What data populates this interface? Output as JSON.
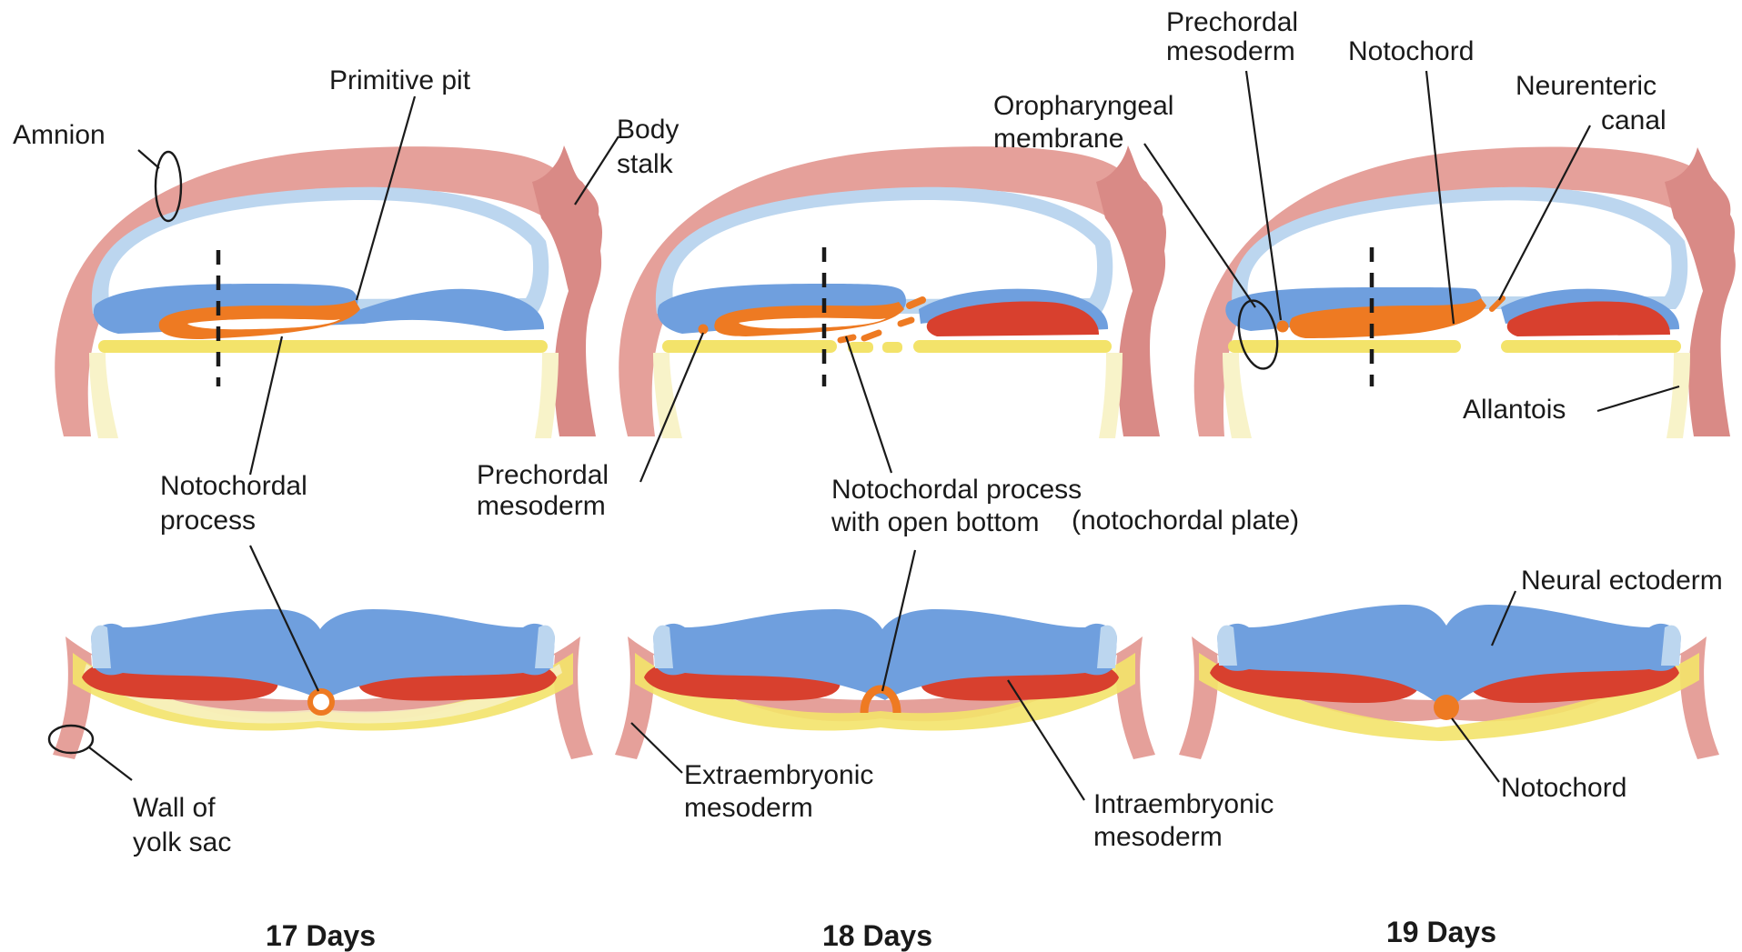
{
  "colors": {
    "amnion_wall": "#e5a09a",
    "body_stalk": "#d98a86",
    "ectoderm_light": "#bcd6ef",
    "ectoderm": "#6f9fde",
    "notochordal": "#ee7a22",
    "intraembryonic_mesoderm": "#d8402e",
    "endoderm": "#f3e36a",
    "yolk_pale": "#f8f3c9",
    "label_text": "#1a1a1a"
  },
  "labels": {
    "amnion": "Amnion",
    "primitive_pit": "Primitive pit",
    "body_stalk_1": "Body",
    "body_stalk_2": "stalk",
    "prechordal_top_1": "Prechordal",
    "prechordal_top_2": "mesoderm",
    "notochord_top": "Notochord",
    "oropharyngeal_1": "Oropharyngeal",
    "oropharyngeal_2": "membrane",
    "neurenteric_1": "Neurenteric",
    "neurenteric_2": "canal",
    "allantois": "Allantois",
    "notochordal_process_1": "Notochordal",
    "notochordal_process_2": "process",
    "prechordal_mid_1": "Prechordal",
    "prechordal_mid_2": "mesoderm",
    "open_bottom_1": "Notochordal process",
    "open_bottom_2": "with open bottom",
    "open_bottom_3": "(notochordal plate)",
    "neural_ectoderm": "Neural ectoderm",
    "wall_yolk_1": "Wall of",
    "wall_yolk_2": "yolk sac",
    "extraembryonic_1": "Extraembryonic",
    "extraembryonic_2": "mesoderm",
    "intraembryonic_1": "Intraembryonic",
    "intraembryonic_2": "mesoderm",
    "notochord_bottom": "Notochord"
  },
  "stages": [
    {
      "title": "17 Days"
    },
    {
      "title": "18 Days"
    },
    {
      "title": "19 Days"
    }
  ]
}
